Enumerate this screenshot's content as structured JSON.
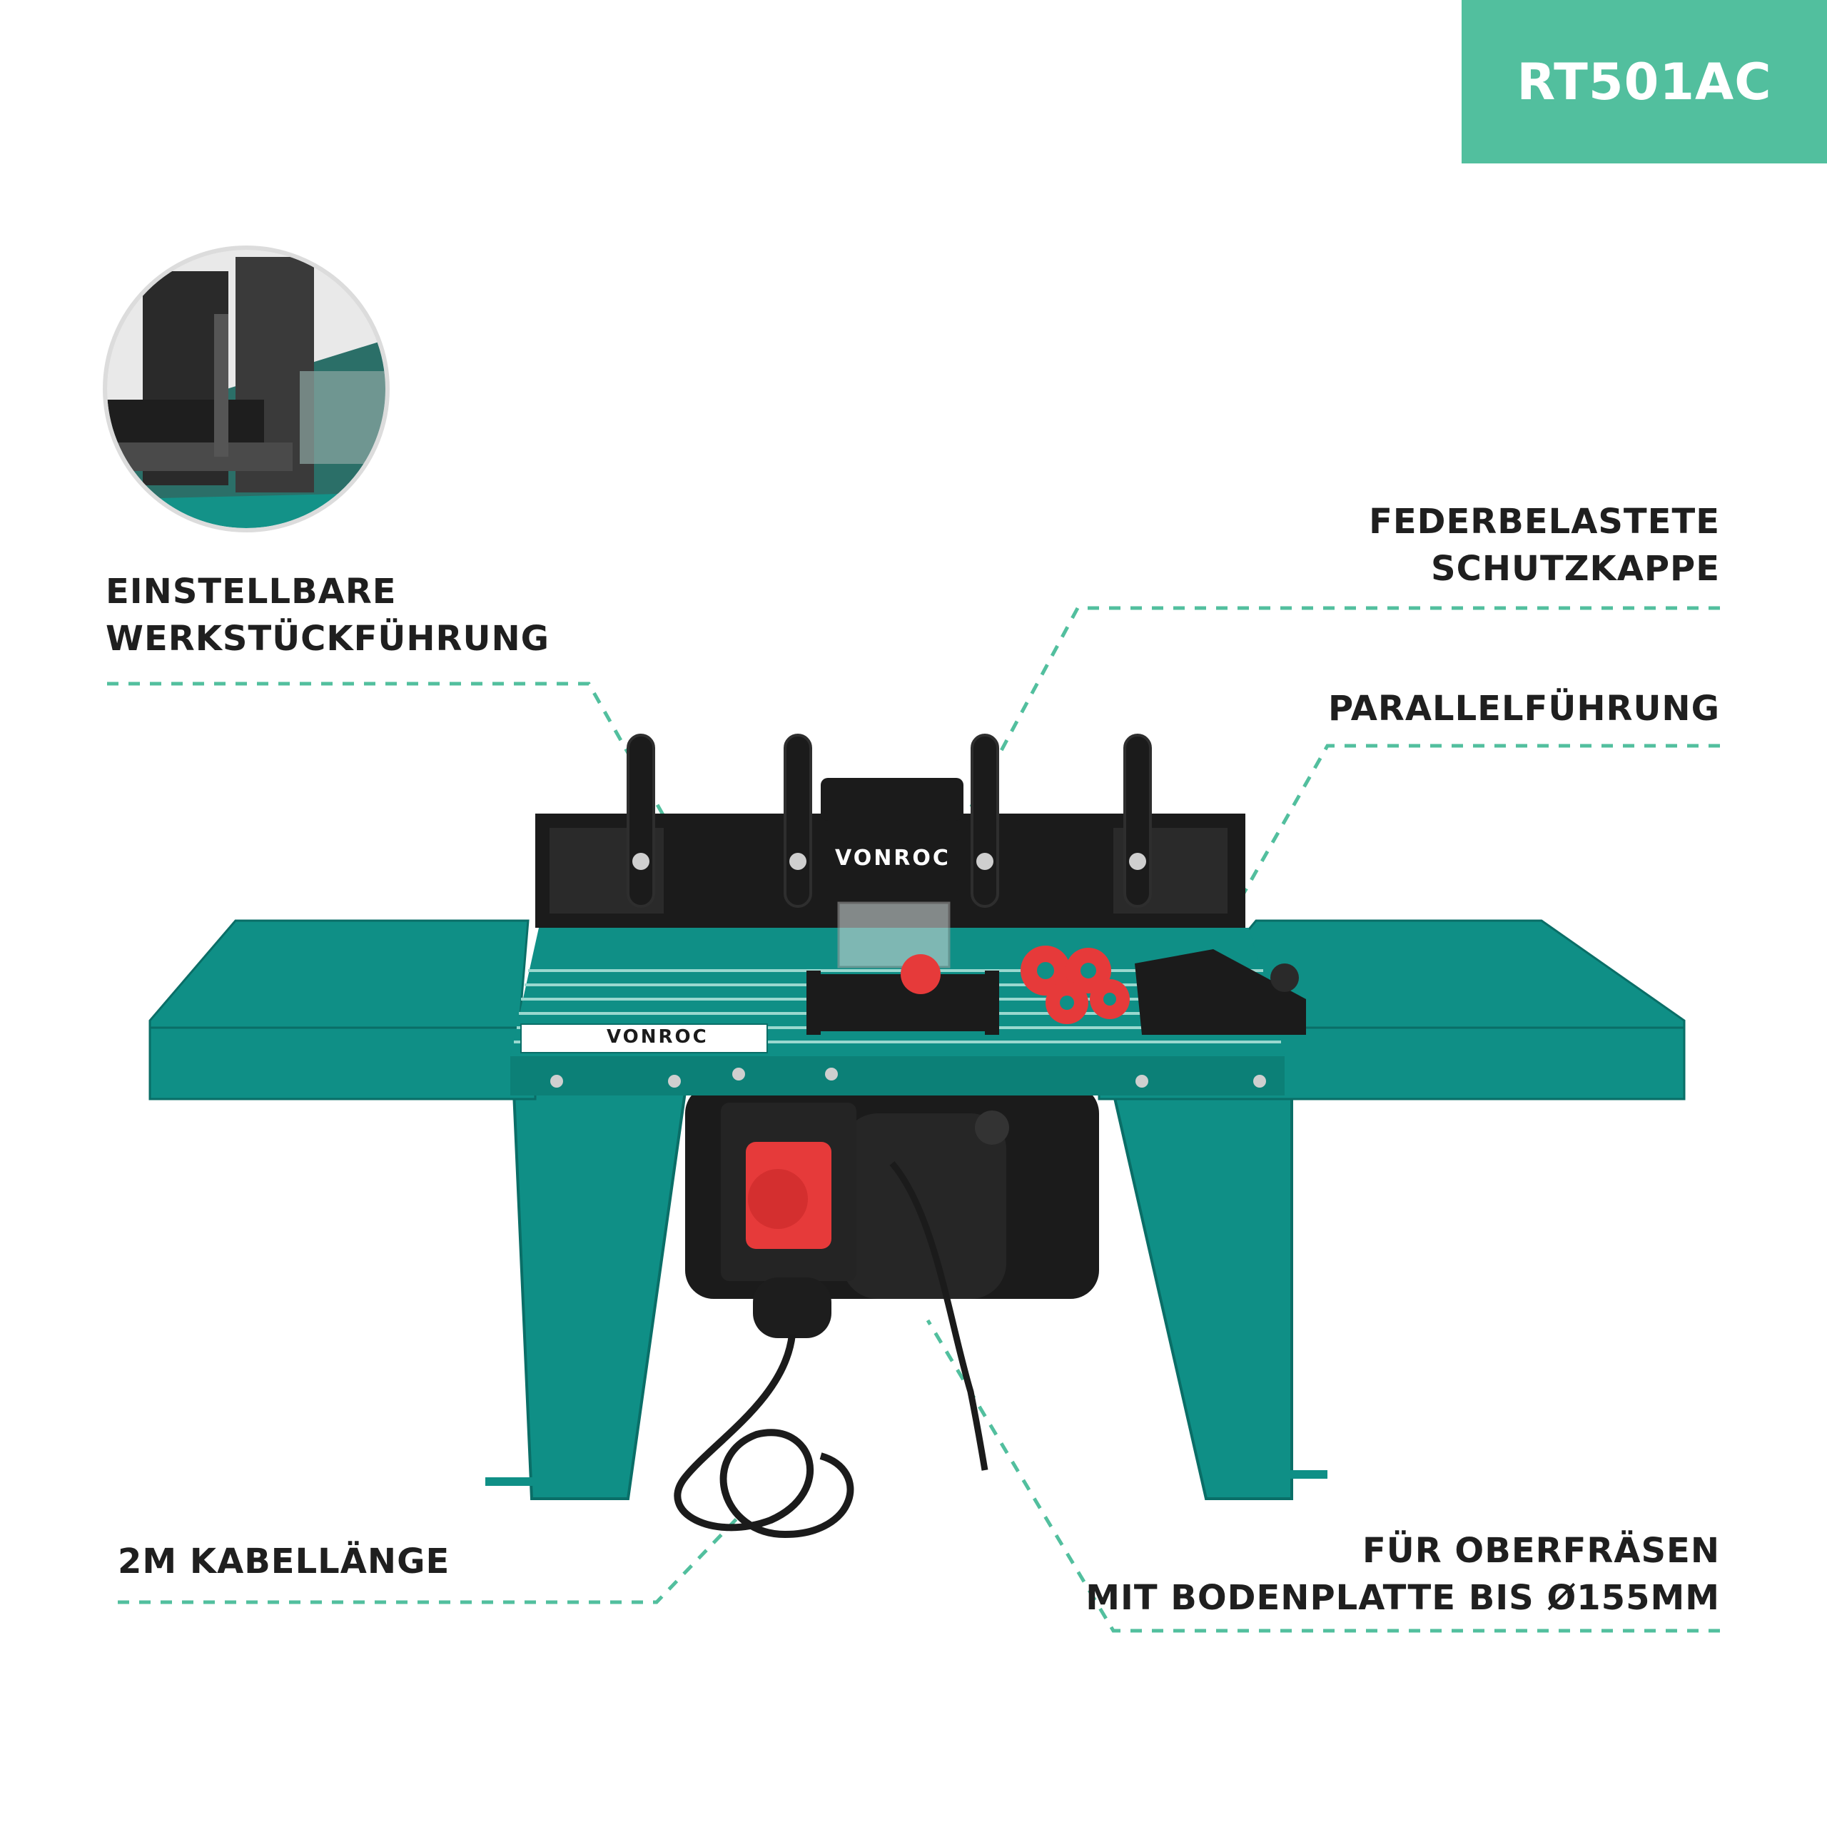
{
  "model_badge": "RT501AC",
  "brand": "VONROC",
  "colors": {
    "accent": "#52bf9e",
    "table": "#0f8f86",
    "table_dark": "#0a6e67",
    "black": "#1b1b1b",
    "red": "#e63a3a",
    "text": "#1f1f1f"
  },
  "callouts": {
    "work_guide": {
      "line1": "EINSTELLBARE",
      "line2": "WERKSTÜCKFÜHRUNG"
    },
    "guard": {
      "line1": "FEDERBELASTETE",
      "line2": "SCHUTZKAPPE"
    },
    "fence": {
      "line1": "PARALLELFÜHRUNG"
    },
    "cable": {
      "line1": "2M KABELLÄNGE"
    },
    "router": {
      "line1": "FÜR OBERFRÄSEN",
      "line2": "MIT BODENPLATTE BIS Ø155MM"
    }
  },
  "icons": [
    "zoom-detail-circle",
    "router-table-illustration",
    "switch-icon",
    "power-cable"
  ]
}
